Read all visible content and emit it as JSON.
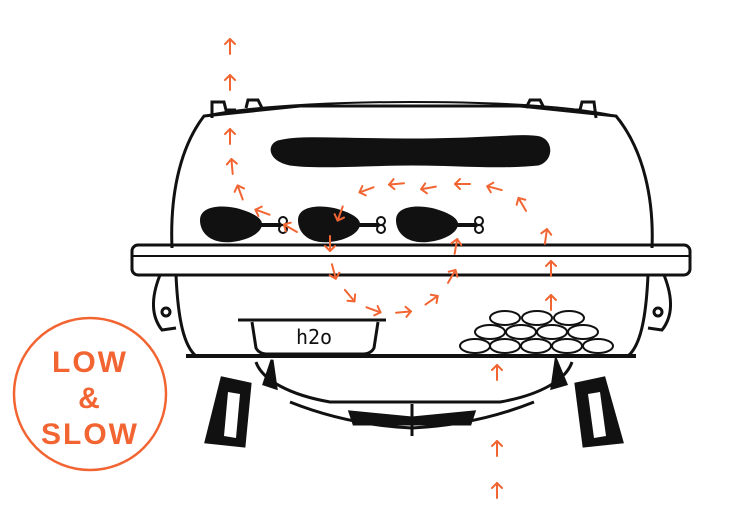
{
  "colors": {
    "accent": "#f26532",
    "ink": "#111111",
    "paper": "#ffffff"
  },
  "badge": {
    "line1": "LOW",
    "line2": "&",
    "line3": "SLOW"
  },
  "water_pan": {
    "label": "h2o"
  },
  "icons": {
    "heat_flow": "arrow-up-icon",
    "food": "drumstick-icon",
    "fuel": "charcoal-briquette-icon"
  }
}
